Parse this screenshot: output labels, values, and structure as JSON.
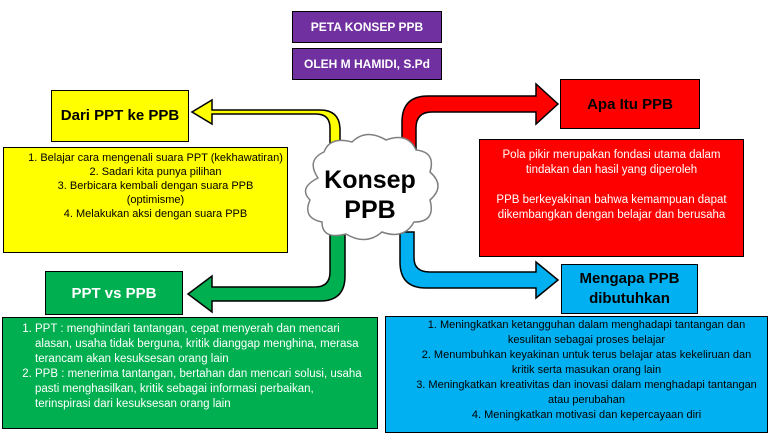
{
  "header": {
    "title": "PETA KONSEP PPB",
    "author": "OLEH M HAMIDI, S.Pd"
  },
  "center": {
    "line1": "Konsep",
    "line2": "PPB"
  },
  "top_left": {
    "heading": "Dari PPT ke PPB",
    "items": [
      "Belajar cara mengenali suara PPT (kekhawatiran)",
      "Sadari kita punya pilihan",
      "Berbicara kembali dengan suara PPB (optimisme)",
      "Melakukan aksi dengan suara PPB"
    ]
  },
  "bottom_left": {
    "heading": "PPT vs PPB",
    "items": [
      "PPT : menghindari tantangan, cepat menyerah dan mencari alasan, usaha tidak berguna, kritik dianggap menghina, merasa terancam akan kesuksesan orang lain",
      "PPB : menerima tantangan, bertahan dan mencari solusi, usaha pasti menghasilkan, kritik sebagai informasi perbaikan, terinspirasi dari kesuksesan orang lain"
    ]
  },
  "top_right": {
    "heading": "Apa Itu PPB",
    "paragraph1": "Pola pikir merupakan fondasi utama dalam tindakan dan hasil yang diperoleh",
    "paragraph2": "PPB berkeyakinan bahwa kemampuan dapat dikembangkan dengan belajar dan berusaha"
  },
  "bottom_right": {
    "heading": "Mengapa PPB dibutuhkan",
    "items": [
      "Meningkatkan ketangguhan dalam menghadapi tantangan dan kesulitan sebagai proses belajar",
      "Menumbuhkan keyakinan untuk terus belajar atas kekeliruan dan kritik serta masukan orang lain",
      "Meningkatkan kreativitas dan inovasi dalam menghadapi tantangan atau perubahan",
      "Meningkatkan motivasi dan kepercayaan diri"
    ]
  },
  "colors": {
    "purple": "#7030a0",
    "yellow": "#ffff00",
    "green": "#00b050",
    "red": "#ff0000",
    "blue": "#00b0f0"
  }
}
